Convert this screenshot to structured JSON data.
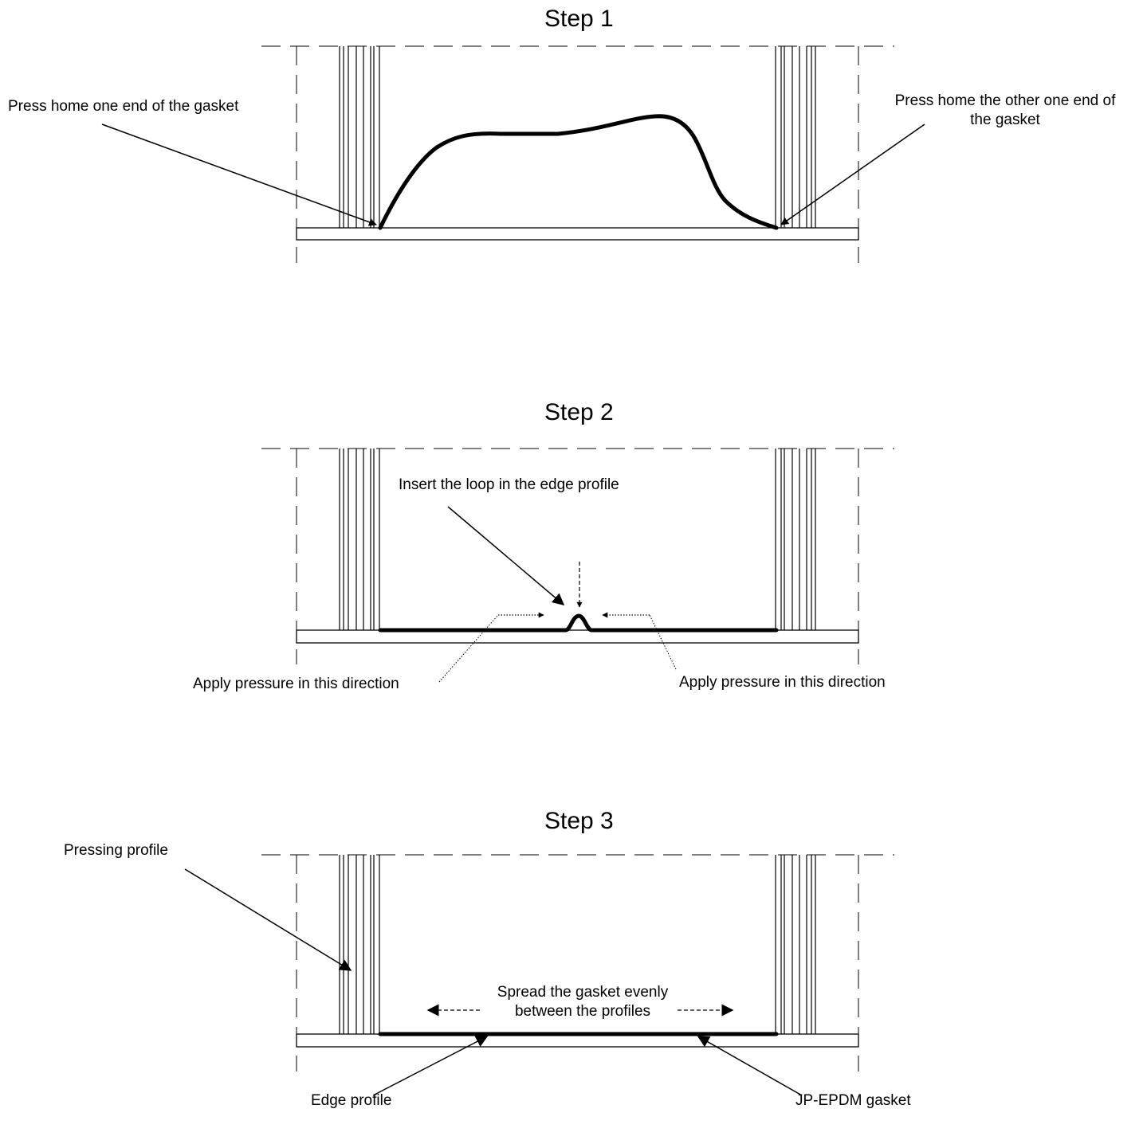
{
  "steps": [
    {
      "title": "Step 1",
      "labels": {
        "left": "Press home one end of the gasket",
        "right_line1": "Press home the other one end of",
        "right_line2": "the gasket"
      }
    },
    {
      "title": "Step 2",
      "labels": {
        "top": "Insert the loop in the edge profile",
        "bottom_left": "Apply pressure in this direction",
        "bottom_right": "Apply pressure in this direction"
      }
    },
    {
      "title": "Step 3",
      "labels": {
        "pressing": "Pressing profile",
        "spread_line1": "Spread the gasket evenly",
        "spread_line2": "between the profiles",
        "edge": "Edge profile",
        "gasket": "JP-EPDM gasket"
      }
    }
  ]
}
